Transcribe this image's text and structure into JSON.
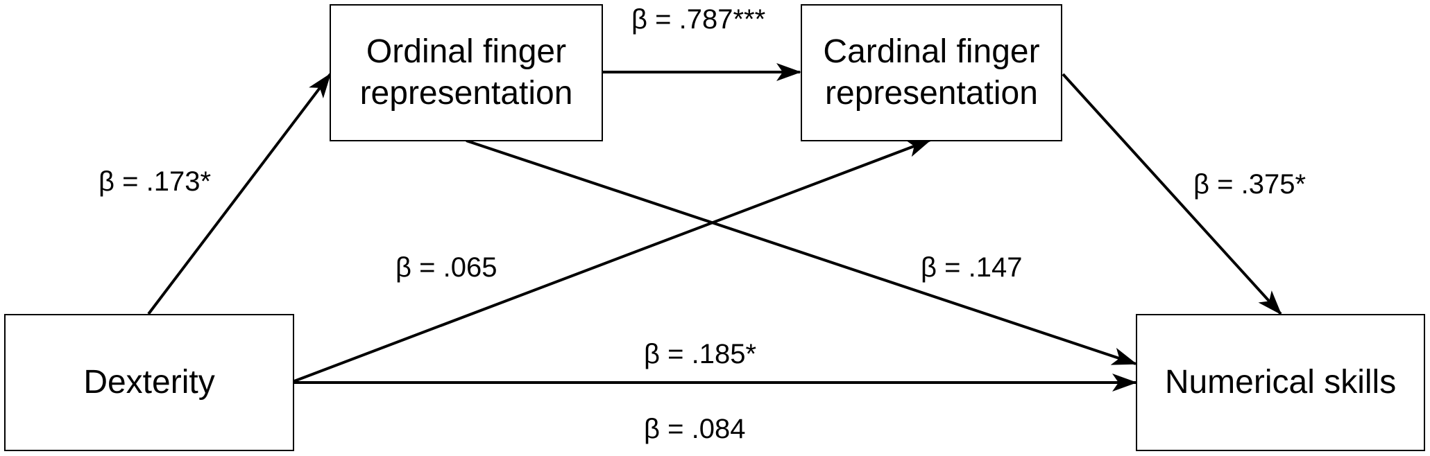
{
  "nodes": {
    "dexterity": "Dexterity",
    "ordinal_line1": "Ordinal finger",
    "ordinal_line2": "representation",
    "cardinal_line1": "Cardinal finger",
    "cardinal_line2": "representation",
    "numerical": "Numerical skills"
  },
  "edges": {
    "dexterity_to_ordinal": "β = .173*",
    "ordinal_to_cardinal": "β = .787***",
    "cardinal_to_numerical": "β = .375*",
    "dexterity_to_cardinal": "β = .065",
    "ordinal_to_numerical": "β = .147",
    "dexterity_to_numerical_total": "β = .185*",
    "dexterity_to_numerical_direct": "β = .084"
  }
}
